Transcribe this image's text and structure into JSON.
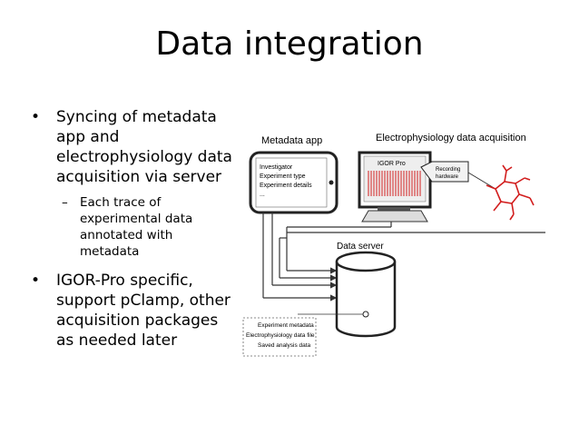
{
  "slide": {
    "title": "Data integration",
    "bullets": [
      {
        "text": "Syncing of metadata app and electrophysiology data acquisition via server"
      },
      {
        "text": "Each trace of experimental data annotated with metadata"
      },
      {
        "text": "IGOR-Pro specific, support pClamp, other acquisition packages as needed later"
      }
    ]
  },
  "diagram": {
    "metadata_app_label": "Metadata app",
    "ephys_label": "Electrophysiology data acquisition",
    "metadata_fields": [
      "Investigator",
      "Experiment type",
      "Experiment details",
      "..."
    ],
    "igor_pro_label": "IGOR Pro",
    "recording_hardware_label": "Recording hardware",
    "data_server_label": "Data server",
    "stored_items": [
      "Experiment metadata",
      "Electrophysiology data file",
      "Saved analysis data"
    ]
  },
  "colors": {
    "trace_red": "#d21e1e",
    "neuron_red": "#d21e1e",
    "line_gray": "#333333"
  }
}
